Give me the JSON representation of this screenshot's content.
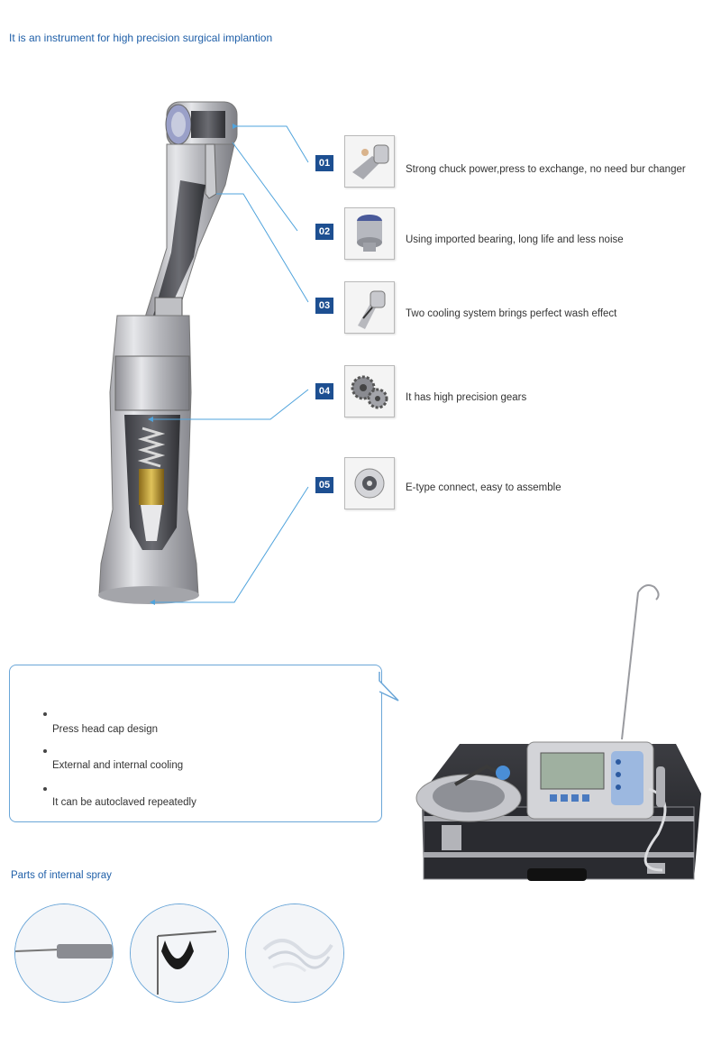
{
  "headline": "It is  an instrument for high precision surgical implantion",
  "features": [
    {
      "num": "01",
      "text": "Strong chuck power,press to exchange, no need bur changer",
      "icon": "chuck-icon"
    },
    {
      "num": "02",
      "text": "Using imported bearing, long life and less noise",
      "icon": "bearing-icon"
    },
    {
      "num": "03",
      "text": "Two cooling system brings perfect wash effect",
      "icon": "cooling-icon"
    },
    {
      "num": "04",
      "text": "It has high precision gears",
      "icon": "gears-icon"
    },
    {
      "num": "05",
      "text": "E-type connect, easy to assemble",
      "icon": "connector-icon"
    }
  ],
  "bubble_items": [
    "Press head cap design",
    "External and internal cooling",
    "It can be autoclaved repeatedly"
  ],
  "parts_title": "Parts of internal spray",
  "parts": [
    "spray-needle-icon",
    "tube-clip-icon",
    "spray-tube-icon"
  ],
  "colors": {
    "accent": "#1f5fa8",
    "badge": "#1d4f91",
    "line": "#4fa3dc",
    "bubble_border": "#6aa6d8"
  }
}
